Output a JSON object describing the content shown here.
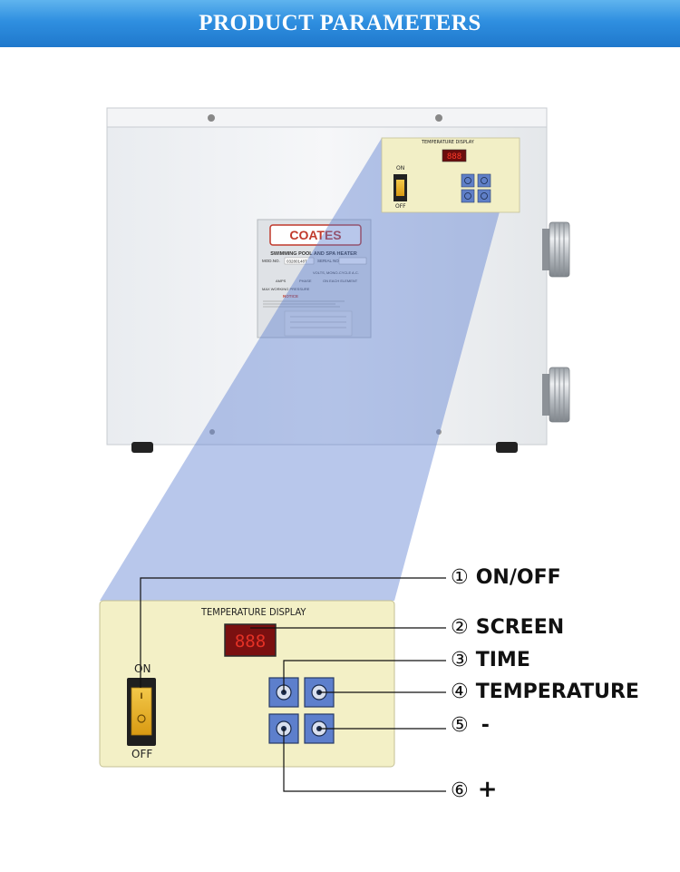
{
  "banner": {
    "title": "PRODUCT PARAMETERS"
  },
  "heater_label": {
    "brand": "COATES",
    "heading": "SWIMMING POOL AND SPA HEATER",
    "model_no": "MOD.NO.",
    "model_value": "03280148T",
    "serial_no": "SERIAL NO.",
    "volts": "VOLTS, MONO-CYCLE  A.C.",
    "amps": "AMPS",
    "phase": "PHASE",
    "each_element": "ON EACH ELEMENT",
    "pressure": "MAX WORKING PRESSURE",
    "notice": "NOTICE"
  },
  "small_panel": {
    "title": "TEMPERATURE DISPLAY",
    "on": "ON",
    "off": "OFF"
  },
  "large_panel": {
    "title": "TEMPERATURE DISPLAY",
    "on": "ON",
    "off": "OFF"
  },
  "callouts": [
    {
      "num": "①",
      "label": "ON/OFF"
    },
    {
      "num": "②",
      "label": "SCREEN"
    },
    {
      "num": "③",
      "label": "TIME"
    },
    {
      "num": "④",
      "label": "TEMPERATURE"
    },
    {
      "num": "⑤",
      "label": "-"
    },
    {
      "num": "⑥",
      "label": "+"
    }
  ]
}
